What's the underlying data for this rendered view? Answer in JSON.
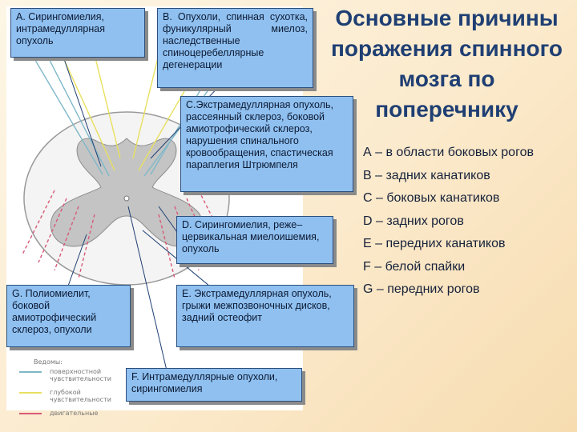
{
  "title": {
    "line1": "Основные причины",
    "line2": "поражения спинного",
    "line3": "мозга по",
    "line4": "поперечнику"
  },
  "boxes": {
    "a": "А. Сирингомиелия, интрамедуллярная опухоль",
    "b": "В. Опухоли, спинная сухотка, фуникулярный миелоз, наследственные спиноцеребеллярные дегенерации",
    "c": "С.Экстрамедуллярная опухоль, рассеянный склероз, боковой амиотрофический склероз, нарушения спинального кровообращения, спастическая параплегия Штрюмпеля",
    "d": "D. Сирингомиелия, реже–цервикальная миелоишемия, опухоль",
    "e": "Е. Экстрамедуллярная опухоль, грыжи межпозвоночных дисков, задний остеофит",
    "f": "F. Интрамедуллярные опухоли, сирингомиелия",
    "g": "G. Полиомиелит, боковой амиотрофический склероз, опухоли"
  },
  "legend_items": [
    "А – в области боковых рогов",
    "В – задних канатиков",
    "С – боковых канатиков",
    "D – задних рогов",
    "Е – передних канатиков",
    "F – белой спайки",
    "G – передних рогов"
  ],
  "figure_legend": {
    "title": "Ведомы:",
    "rows": [
      {
        "text": "поверхностной чувствительности",
        "color": "#7fb8c8"
      },
      {
        "text": "глубокой чувствительности",
        "color": "#e8e060"
      },
      {
        "text": "двигательные",
        "color": "#d85a78"
      }
    ]
  },
  "colors": {
    "box_fill": "#8fc0f0",
    "title": "#1f3f73",
    "gray_matter": "#bfbfbf",
    "motor_tract": "#d85a78",
    "sensory_tract": "#e8e060",
    "pain_tract": "#7fb8c8"
  }
}
